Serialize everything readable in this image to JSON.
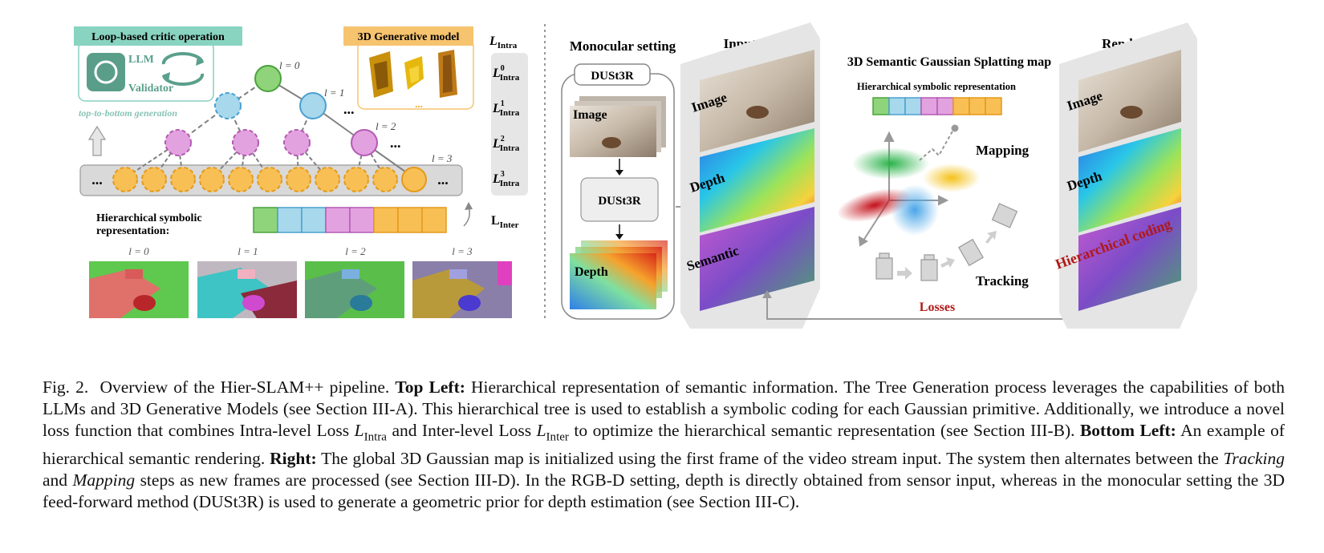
{
  "left": {
    "critic_box": "Loop-based critic operation",
    "llm": "LLM",
    "validator": "Validator",
    "top_to_bottom": "top-to-bottom generation",
    "generative_box": "3D Generative model",
    "dots": "...",
    "levels": [
      "l = 0",
      "l = 1",
      "l = 2",
      "l = 3"
    ],
    "hier_rep_line1": "Hierarchical symbolic",
    "hier_rep_line2": "representation:",
    "loss_intra": "L",
    "loss_intra_sub": "Intra",
    "loss_inter": "L",
    "loss_inter_sub": "Inter",
    "level_sups": [
      "0",
      "1",
      "2",
      "3"
    ],
    "colors": {
      "green": "#8fd47a",
      "blue": "#a8d8ec",
      "pink": "#e2a2e0",
      "orange": "#f8bf55",
      "critic_header": "#88d4c0",
      "gen_header": "#f6c36e"
    }
  },
  "right": {
    "monocular_title": "Monocular setting",
    "dust3r_tab": "DUSt3R",
    "image": "Image",
    "dust3r_box": "DUSt3R",
    "depth": "Depth",
    "input_title": "Input",
    "semantic": "Semantic",
    "map_title": "3D Semantic Gaussian Splatting map",
    "hier_rep": "Hierarchical symbolic  representation",
    "mapping": "Mapping",
    "tracking": "Tracking",
    "losses": "Losses",
    "render_title": "Render",
    "hier_coding": "Hierarchical coding"
  },
  "caption": {
    "fig": "Fig. 2.",
    "s1": "Overview of the Hier-SLAM++ pipeline.",
    "b1": "Top Left:",
    "s2": "Hierarchical representation of semantic information. The Tree Generation process leverages the capabilities of both LLMs and 3D Generative Models (see Section III-A). This hierarchical tree is used to establish a symbolic coding for each Gaussian primitive. Additionally, we introduce a novel loss function that combines Intra-level Loss",
    "m1": "L",
    "m1sub": "Intra",
    "s3": "and Inter-level Loss",
    "m2": "L",
    "m2sub": "Inter",
    "s4": "to optimize the hierarchical semantic representation (see Section III-B).",
    "b2": "Bottom Left:",
    "s5": "An example of hierarchical semantic rendering.",
    "b3": "Right:",
    "s6": "The global 3D Gaussian map is initialized using the first frame of the video stream input. The system then alternates between the",
    "i1": "Tracking",
    "s7": "and",
    "i2": "Mapping",
    "s8": "steps as new frames are processed (see Section III-D). In the RGB-D setting, depth is directly obtained from sensor input, whereas in the monocular setting the 3D feed-forward method (DUSt3R) is used to generate a geometric prior for depth estimation (see Section III-C)."
  }
}
